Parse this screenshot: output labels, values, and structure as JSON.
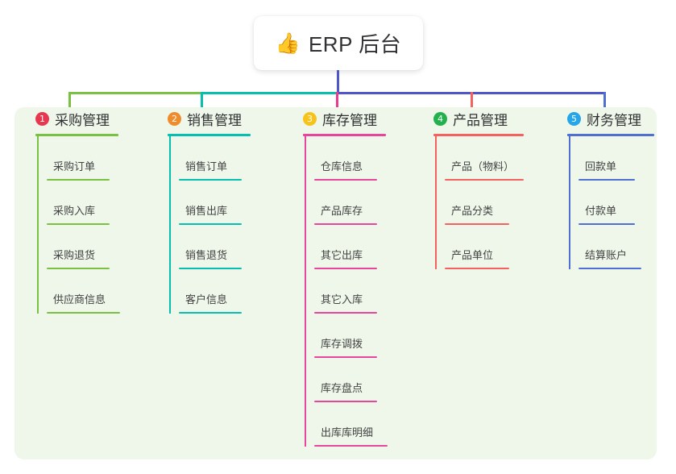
{
  "root": {
    "icon": "thumbs-up-icon",
    "icon_glyph": "👍",
    "label": "ERP 后台"
  },
  "canvas": {
    "background": "#ffffff",
    "panel_background": "#eef7ea"
  },
  "connector_colors": {
    "root_stem": "#4f56c9",
    "segment_green": "#7ac143",
    "segment_teal": "#06bfae",
    "segment_blue": "#4f56c9"
  },
  "branches": [
    {
      "number": "1",
      "label": "采购管理",
      "badge_color": "#e8384f",
      "line_color": "#7ac143",
      "head_rule_width": 103,
      "items": [
        {
          "label": "采购订单",
          "rule_width": 78
        },
        {
          "label": "采购入库",
          "rule_width": 78
        },
        {
          "label": "采购退货",
          "rule_width": 78
        },
        {
          "label": "供应商信息",
          "rule_width": 91
        }
      ]
    },
    {
      "number": "2",
      "label": "销售管理",
      "badge_color": "#f08b2c",
      "line_color": "#06bfae",
      "head_rule_width": 103,
      "items": [
        {
          "label": "销售订单",
          "rule_width": 78
        },
        {
          "label": "销售出库",
          "rule_width": 78
        },
        {
          "label": "销售退货",
          "rule_width": 78
        },
        {
          "label": "客户信息",
          "rule_width": 78
        }
      ]
    },
    {
      "number": "3",
      "label": "库存管理",
      "badge_color": "#f7c31b",
      "line_color": "#e8469a",
      "head_rule_width": 103,
      "items": [
        {
          "label": "仓库信息",
          "rule_width": 78
        },
        {
          "label": "产品库存",
          "rule_width": 78
        },
        {
          "label": "其它出库",
          "rule_width": 78
        },
        {
          "label": "其它入库",
          "rule_width": 78
        },
        {
          "label": "库存调拨",
          "rule_width": 78
        },
        {
          "label": "库存盘点",
          "rule_width": 78
        },
        {
          "label": "出库库明细",
          "rule_width": 91
        }
      ]
    },
    {
      "number": "4",
      "label": "产品管理",
      "badge_color": "#22b14c",
      "line_color": "#f4625f",
      "head_rule_width": 112,
      "items": [
        {
          "label": "产品（物料）",
          "rule_width": 98
        },
        {
          "label": "产品分类",
          "rule_width": 80
        },
        {
          "label": "产品单位",
          "rule_width": 80
        }
      ]
    },
    {
      "number": "5",
      "label": "财务管理",
      "badge_color": "#25a6e8",
      "line_color": "#4f6fd1",
      "head_rule_width": 108,
      "items": [
        {
          "label": "回款单",
          "rule_width": 70
        },
        {
          "label": "付款单",
          "rule_width": 70
        },
        {
          "label": "结算账户",
          "rule_width": 78
        }
      ]
    }
  ]
}
